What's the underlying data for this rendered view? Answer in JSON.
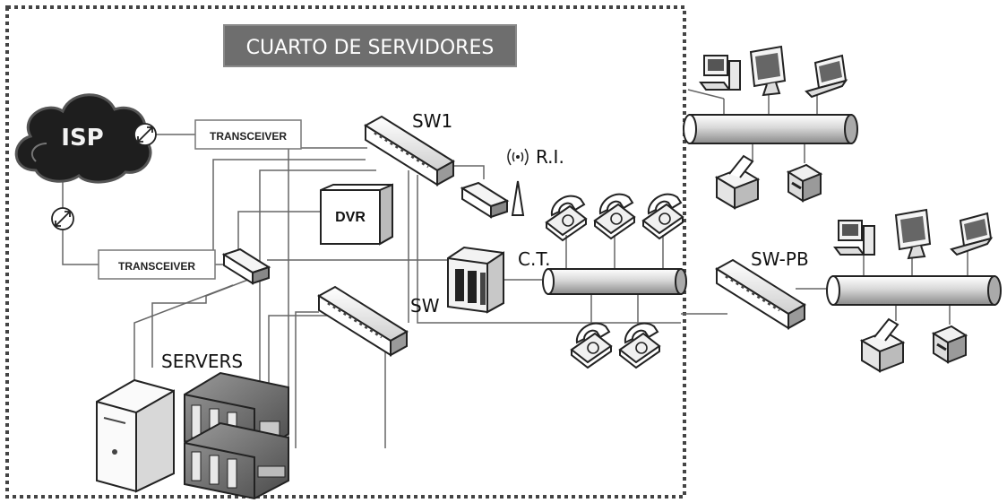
{
  "title": "CUARTO DE SERVIDORES",
  "labels": {
    "isp": "ISP",
    "transceiver_top": "TRANSCEIVER",
    "transceiver_bottom": "TRANSCEIVER",
    "dvr": "DVR",
    "sw1": "SW1",
    "ri": "R.I.",
    "ct": "C.T.",
    "sw": "SW",
    "sw_pb": "SW-PB",
    "servers": "SERVERS"
  },
  "colors": {
    "title_bg": "#6e6e6e",
    "title_text": "#ffffff",
    "border": "#555555",
    "line": "#666666",
    "device": "#e8e8e8",
    "device_dark": "#2a2a2a",
    "isp_cloud": "#1e1e1e"
  },
  "icons": {
    "isp": "cloud-icon",
    "link": "media-converter-icon",
    "switch": "switch-icon",
    "router": "router-icon",
    "antenna": "antenna-icon",
    "phone": "phone-icon",
    "pbx": "pbx-icon",
    "server": "server-tower-icon",
    "rack": "rack-server-icon",
    "desktop": "desktop-icon",
    "monitor": "monitor-icon",
    "laptop": "laptop-icon",
    "printer": "printer-icon",
    "bus": "network-bus-icon"
  }
}
